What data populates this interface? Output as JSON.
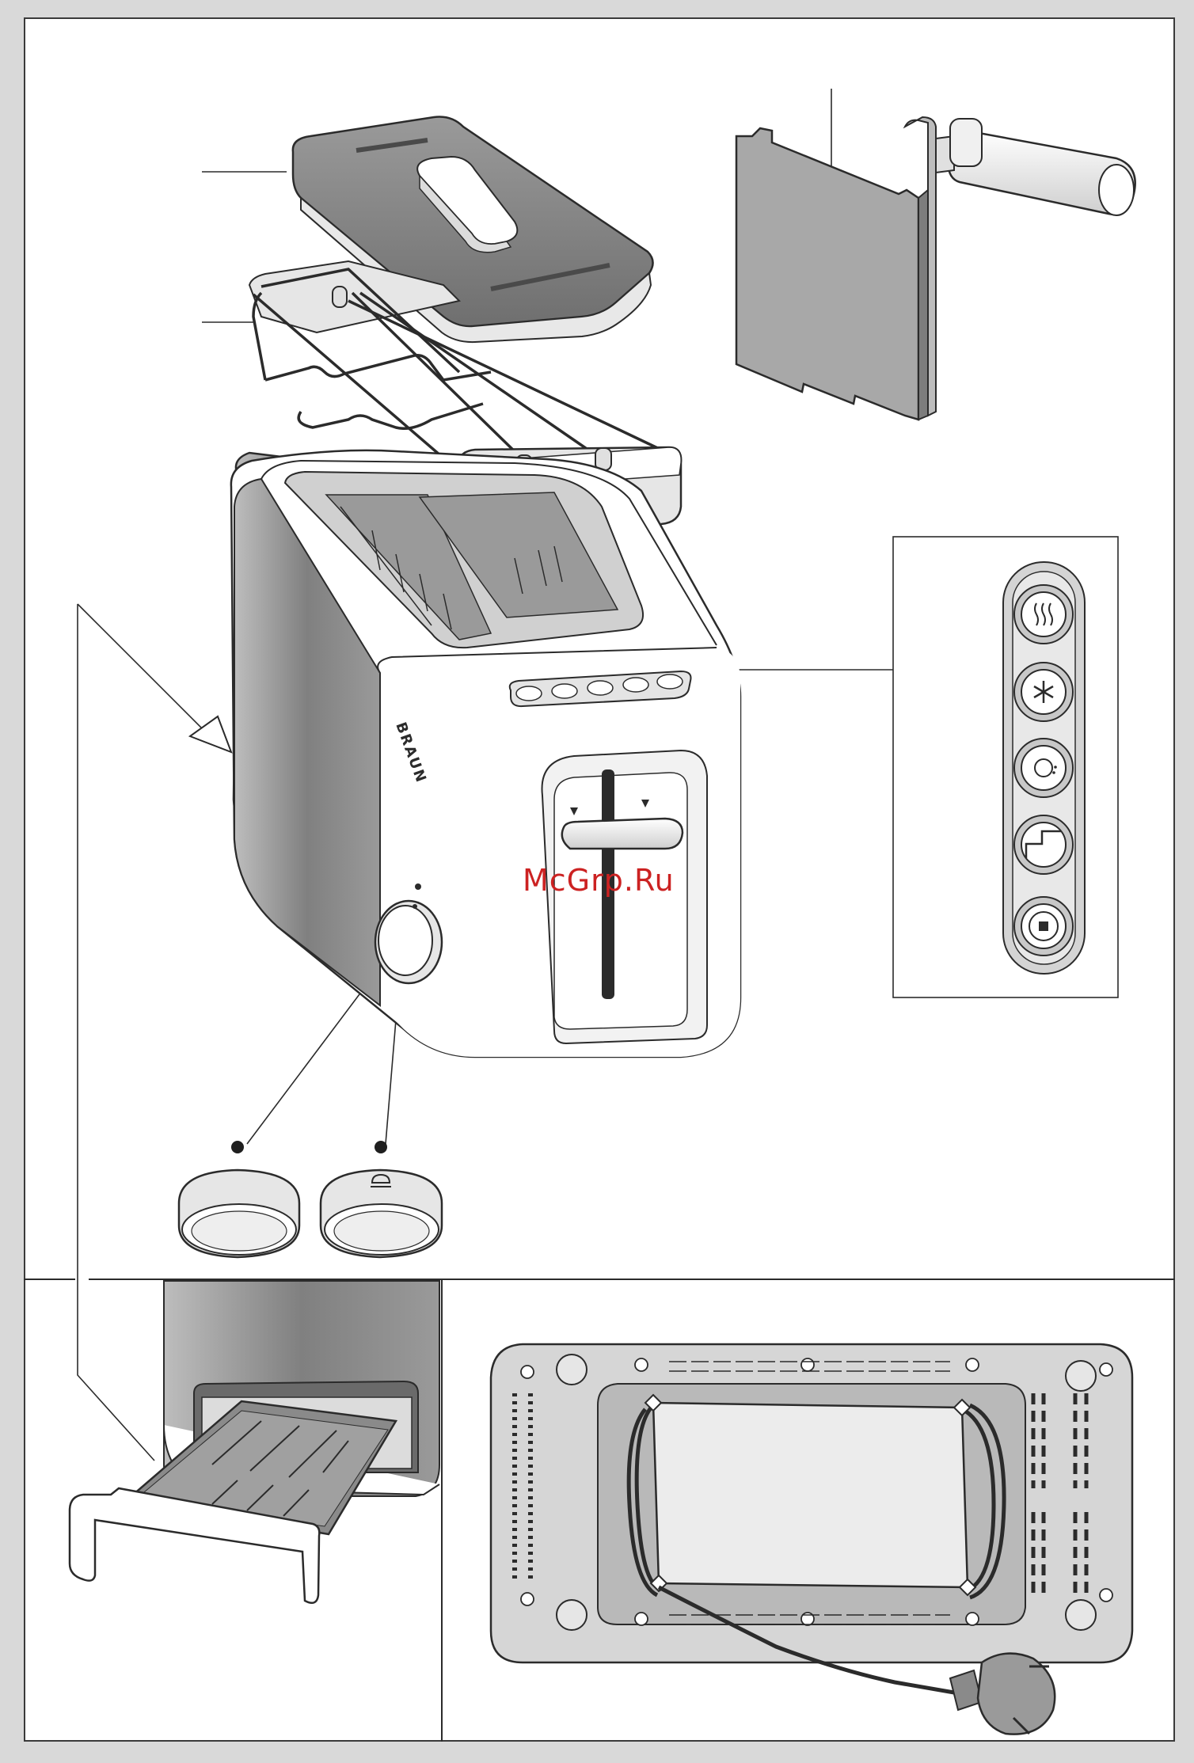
{
  "brand": {
    "logo_text": "BRAUN"
  },
  "watermark": {
    "text": "McGrp.Ru"
  },
  "icons": {
    "control_panel": [
      "heat-waves-icon",
      "snowflake-icon",
      "bun-warm-icon",
      "lift-up-icon",
      "stop-icon"
    ],
    "small_panel": [
      "stop-icon",
      "lift-up-icon",
      "bun-warm-icon",
      "snowflake-icon",
      "heat-waves-icon"
    ],
    "knob_caps": [
      "plain-cap",
      "bun-cap-icon"
    ]
  },
  "colors": {
    "outline": "#2b2b2b",
    "dark_grey": "#7d7d7d",
    "mid_grey": "#b3b3b3",
    "light_grey": "#e4e4e4",
    "watermark": "#cc2222"
  }
}
